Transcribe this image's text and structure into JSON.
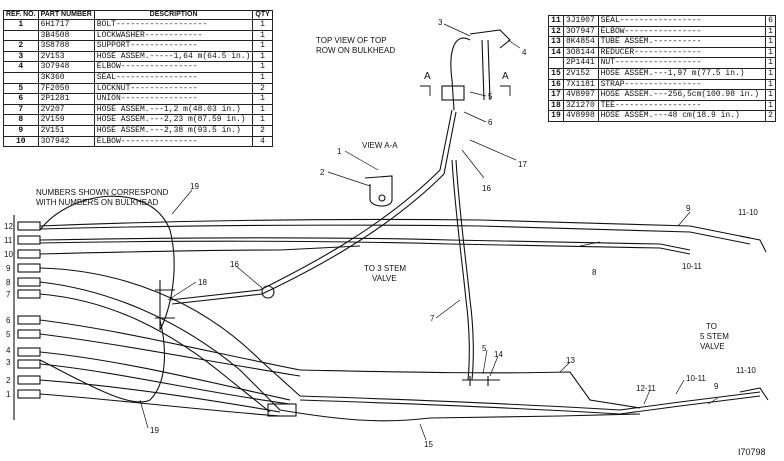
{
  "table_left": {
    "headers": [
      "REF. NO.",
      "PART NUMBER",
      "DESCRIPTION",
      "QTY"
    ],
    "rows": [
      {
        "ref": "1",
        "part": "6H1717",
        "desc": "BOLT-------------------",
        "qty": "1"
      },
      {
        "ref": "",
        "part": "3B4508",
        "desc": "LOCKWASHER------------",
        "qty": "1"
      },
      {
        "ref": "2",
        "part": "3S8788",
        "desc": "SUPPORT--------------",
        "qty": "1"
      },
      {
        "ref": "3",
        "part": "2V153",
        "desc": "HOSE ASSEM.-----1,64 m(64.5 in.)",
        "qty": "1"
      },
      {
        "ref": "4",
        "part": "3O7948",
        "desc": "ELBOW----------------",
        "qty": "1"
      },
      {
        "ref": "",
        "part": "3K360",
        "desc": "SEAL-----------------",
        "qty": "1"
      },
      {
        "ref": "5",
        "part": "7F2050",
        "desc": "LOCKNUT--------------",
        "qty": "2"
      },
      {
        "ref": "6",
        "part": "2P1281",
        "desc": "UNION----------------",
        "qty": "1"
      },
      {
        "ref": "7",
        "part": "2V207",
        "desc": "HOSE ASSEM.---1,2 m(48.03 in.)",
        "qty": "1"
      },
      {
        "ref": "8",
        "part": "2V159",
        "desc": "HOSE ASSEM.---2,23 m(87.59 in.)",
        "qty": "1"
      },
      {
        "ref": "9",
        "part": "2V151",
        "desc": "HOSE ASSEM.---2,38 m(93.5 in.)",
        "qty": "2"
      },
      {
        "ref": "10",
        "part": "3O7942",
        "desc": "ELBOW----------------",
        "qty": "4"
      }
    ]
  },
  "table_right": {
    "rows": [
      {
        "ref": "11",
        "part": "3J1907",
        "desc": "SEAL-----------------",
        "qty": "6"
      },
      {
        "ref": "12",
        "part": "3O7947",
        "desc": "ELBOW----------------",
        "qty": "1"
      },
      {
        "ref": "13",
        "part": "8K4854",
        "desc": "TUBE ASSEM.----------",
        "qty": "1"
      },
      {
        "ref": "14",
        "part": "3O8144",
        "desc": "REDUCER--------------",
        "qty": "1"
      },
      {
        "ref": "",
        "part": "2P1441",
        "desc": "NUT------------------",
        "qty": "1"
      },
      {
        "ref": "15",
        "part": "2V152",
        "desc": "HOSE ASSEM.---1,97 m(77.5 in.)",
        "qty": "1"
      },
      {
        "ref": "16",
        "part": "7X1181",
        "desc": "STRAP----------------",
        "qty": "1"
      },
      {
        "ref": "17",
        "part": "4V8997",
        "desc": "HOSE ASSEM.---256,5cm(100.98 in.)",
        "qty": "1"
      },
      {
        "ref": "18",
        "part": "3Z1270",
        "desc": "TEE------------------",
        "qty": "1"
      },
      {
        "ref": "19",
        "part": "4V8998",
        "desc": "HOSE ASSEM.---48 cm(18.9 in.)",
        "qty": "2"
      }
    ]
  },
  "labels": {
    "top_view": "TOP VIEW OF TOP",
    "top_view_2": "ROW ON BULKHEAD",
    "view_aa": "VIEW A-A",
    "numbers_note": "NUMBERS SHOWN CORRESPOND",
    "numbers_note_2": "WITH NUMBERS ON BULKHEAD",
    "to_3_stem": "TO 3 STEM",
    "to_3_stem_2": "VALVE",
    "to_5_stem": "TO",
    "to_5_stem_2": "5 STEM",
    "to_5_stem_3": "VALVE",
    "section_a": "A",
    "drawing_no": "I70798"
  },
  "callouts": {
    "c1": "1",
    "c2": "2",
    "c3": "3",
    "c4": "4",
    "c5": "5",
    "c5b": "5",
    "c6": "6",
    "c7": "7",
    "c8": "8",
    "c9": "9",
    "c9b": "9",
    "c10_11": "10-11",
    "c11_10": "11-10",
    "c11_10b": "11-10",
    "c12_11": "12-11",
    "c10_11b": "10-11",
    "c13": "13",
    "c14": "14",
    "c15": "15",
    "c16": "16",
    "c16b": "16",
    "c17": "17",
    "c18": "18",
    "c19": "19",
    "c19b": "19",
    "b12": "12",
    "b11": "11",
    "b10": "10",
    "b9": "9",
    "b8": "8",
    "b7": "7",
    "b6": "6",
    "b5": "5",
    "b4": "4",
    "b3": "3",
    "b2": "2",
    "b1": "1"
  }
}
